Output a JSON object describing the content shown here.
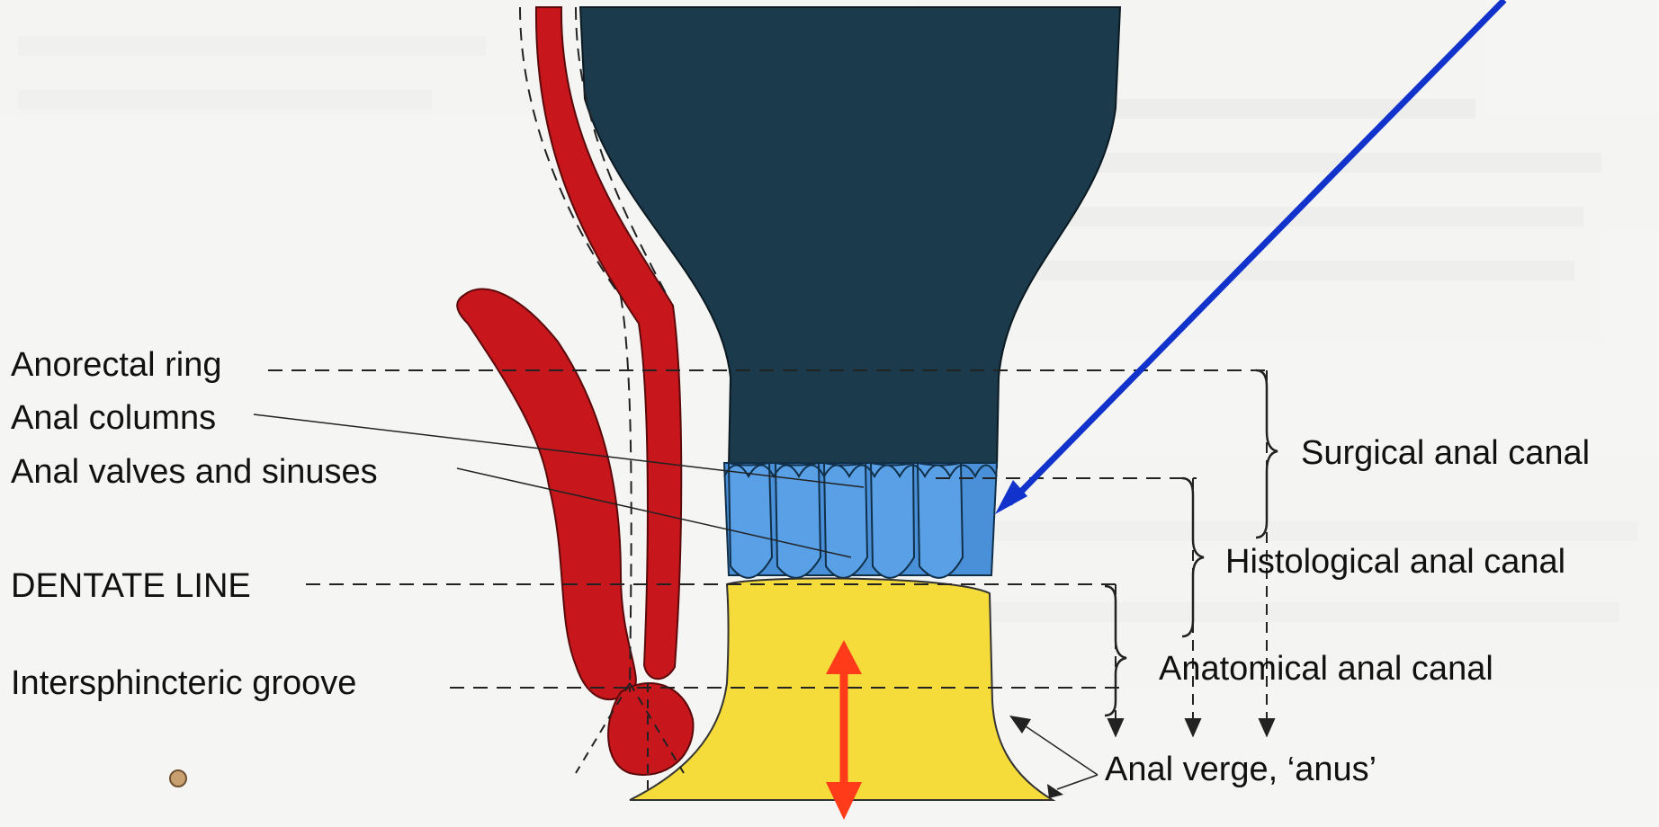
{
  "labels": {
    "anorectal_ring": "Anorectal ring",
    "anal_columns": "Anal columns",
    "anal_valves": "Anal valves and sinuses",
    "dentate_line": "DENTATE LINE",
    "intersphincteric_groove": "Intersphincteric groove",
    "surgical_canal": "Surgical anal canal",
    "histological_canal": "Histological anal canal",
    "anatomical_canal": "Anatomical anal canal",
    "anal_verge": "Anal verge, ‘anus’"
  },
  "colors": {
    "rectum": "#1b3a4b",
    "columns": "#4a90d9",
    "skin": "#f5dc3a",
    "muscle": "#c8161d",
    "blue_arrow": "#1133cc",
    "red_arrow": "#ff3b1a"
  }
}
